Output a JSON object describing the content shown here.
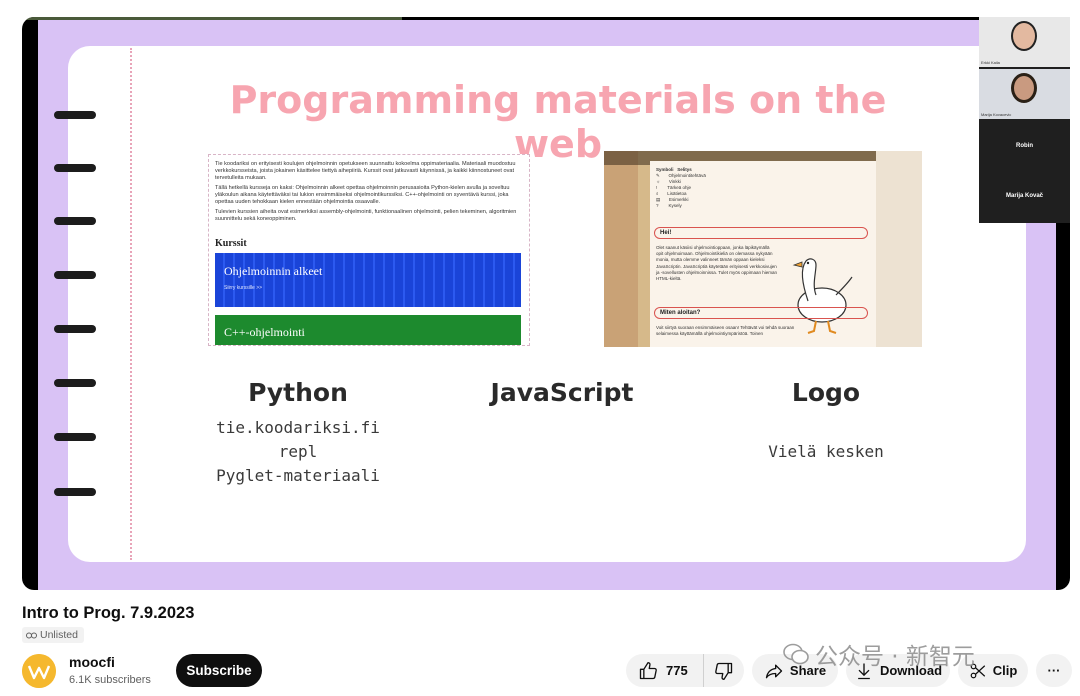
{
  "slide": {
    "title": "Programming materials on the web",
    "screenshot_left": {
      "intro_p1": "Tie koodariksi on erityisesti koulujen ohjelmoinnin opetukseen suunnattu kokoelma oppimateriaalia. Materiaali muodostuu verkkokursseista, joista jokainen käsittelee tiettyä aihepiiriä. Kurssit ovat jatkuvasti käynnissä, ja kaikki kiinnostuneet ovat tervetulleita mukaan.",
      "intro_p2": "Tällä hetkellä kursseja on kaksi: Ohjelmoinnin alkeet opettaa ohjelmoinnin perusasioita Python-kielen avulla ja soveltuu yläkoulun aikana käytettäväksi tai lukion ensimmäiseksi ohjelmointikurssiksi. C++-ohjelmointi on syventävä kurssi, joka opettaa uuden tehokkaan kielen ennestään ohjelmointia osaavalle.",
      "intro_p3": "Tulevien kurssien aiheita ovat esimerkiksi assembly-ohjelmointi, funktionaalinen ohjelmointi, pelien tekeminen, algoritmien suunnittelu sekä koneoppiminen.",
      "heading": "Kurssit",
      "course1": "Ohjelmoinnin alkeet",
      "course1_link": "Siirry kurssille >>",
      "course2": "C++-ohjelmointi"
    },
    "screenshot_right": {
      "col_symboli": "Symboli",
      "col_selitys": "Selitys",
      "rows": [
        "Ohjelmointitehtävä",
        "Vinkki",
        "Tärkeä ohje",
        "Lisätietoa",
        "Esimerkki",
        "Kysely"
      ],
      "hei": "Hei!",
      "hei_text": "Olet saanut käsiisi ohjelmointioppaan, jonka läpikäymällä opit ohjelmoimaan. Ohjelmointikieliä on olemassa nykyään monia, mutta olemme valinneet tämän oppaan kieleksi JavaScriptin. JavaScriptiä käytetään erityisesti verkkosivujen ja -sovellusten ohjelmoinnissa. Tulet myös oppimaan hieman HTML-kieltä.",
      "miten": "Miten aloitan?",
      "miten_text": "Voit siirtyä suoraan ensimmäiseen osaan! Tehtävät voi tehdä suoraan selaimessa käyttämällä ohjelmointiympäristöä. Toinen"
    },
    "columns": [
      {
        "title": "Python",
        "lines": [
          "tie.koodariksi.fi",
          "repl",
          "Pyglet-materiaali"
        ]
      },
      {
        "title": "JavaScript",
        "lines": []
      },
      {
        "title": "Logo",
        "lines": [
          "Vielä kesken"
        ]
      }
    ]
  },
  "gallery": {
    "tiles": [
      {
        "name": "Erkki Kaila",
        "label": ""
      },
      {
        "name": "Marija Kovacevic",
        "label": ""
      },
      {
        "name": "Robin",
        "label": "Robin"
      },
      {
        "name": "Marija Kovač",
        "label": "Marija Kovač"
      }
    ]
  },
  "video": {
    "title": "Intro to Prog. 7.9.2023",
    "visibility": "Unlisted",
    "channel": "moocfi",
    "subscribers": "6.1K subscribers",
    "subscribe_label": "Subscribe",
    "like_count": "775",
    "share_label": "Share",
    "download_label": "Download",
    "clip_label": "Clip",
    "more_label": "···"
  },
  "watermark": "公众号 · 新智元",
  "colors": {
    "slide_border": "#d9c2f5",
    "title_pink": "#f7a5b0",
    "subscribe_bg": "#0f0f0f",
    "pill_bg": "#f2f2f2"
  }
}
